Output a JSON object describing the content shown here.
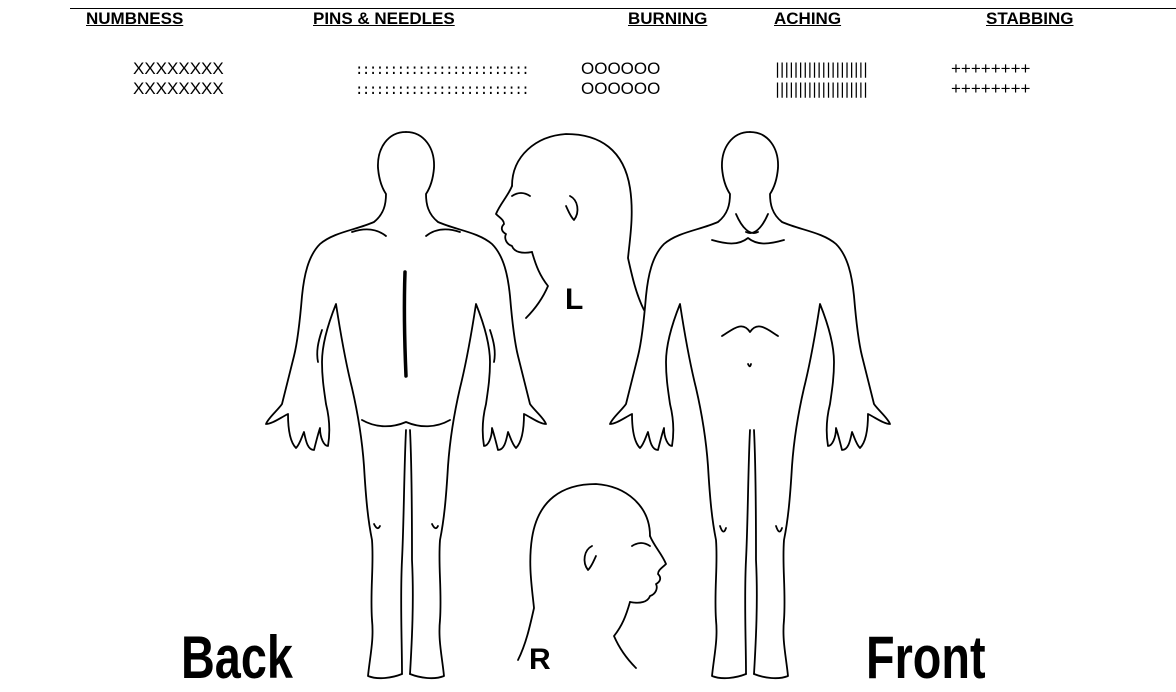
{
  "legend": {
    "headers": [
      "NUMBNESS",
      "PINS & NEEDLES",
      "BURNING",
      "ACHING",
      "STABBING"
    ],
    "symbols": [
      [
        "XXXXXXXX",
        "XXXXXXXX"
      ],
      [
        ":::::::::::::::::::::::::",
        ":::::::::::::::::::::::::"
      ],
      [
        "OOOOOO",
        "OOOOOO"
      ],
      [
        "||||||||||||||||||||",
        "||||||||||||||||||||"
      ],
      [
        "++++++++",
        "++++++++"
      ]
    ]
  },
  "figures": {
    "back_label": "Back",
    "front_label": "Front",
    "left_head_label": "L",
    "right_head_label": "R"
  }
}
